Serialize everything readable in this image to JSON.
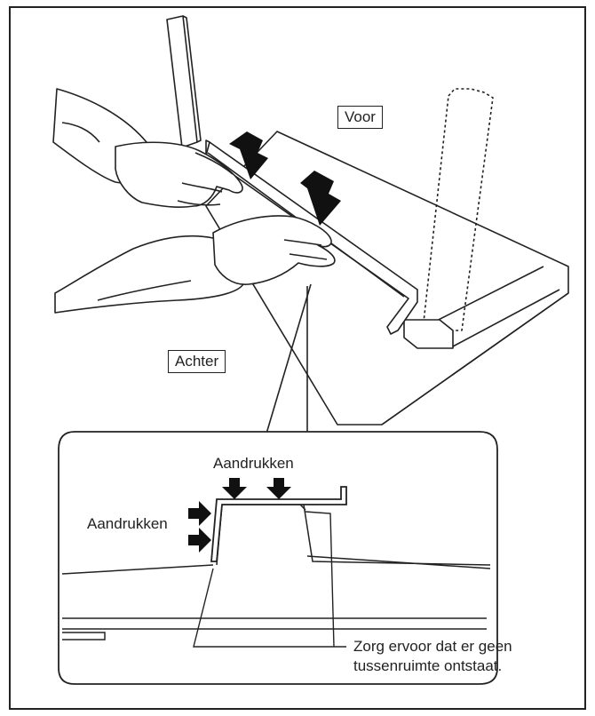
{
  "labels": {
    "front": "Voor",
    "back": "Achter",
    "press_top": "Aandrukken",
    "press_side": "Aandrukken",
    "note_line1": "Zorg ervoor dat er geen",
    "note_line2": "tussenruimte ontstaat."
  }
}
